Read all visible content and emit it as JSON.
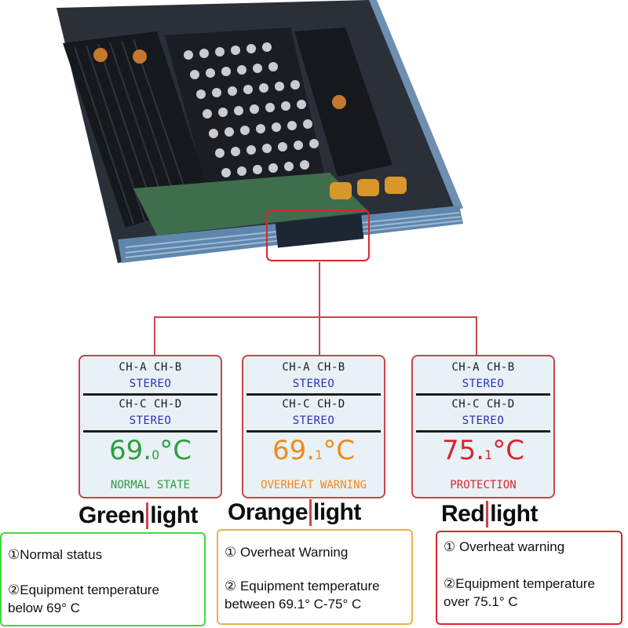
{
  "colors": {
    "green": "#2e9e3e",
    "orange": "#f08a1c",
    "red": "#d9262e",
    "panel_border": "#c8454b",
    "note_green": "#3ddc3d",
    "note_orange": "#e8b24a",
    "note_red": "#d9262e",
    "stereo_blue": "#2b2fb8"
  },
  "panels": [
    {
      "ch_ab": "CH-A CH-B",
      "stereo_1": "STEREO",
      "ch_cd": "CH-C CH-D",
      "stereo_2": "STEREO",
      "temp_main": "69.",
      "temp_decimal": "0",
      "temp_unit": "°C",
      "state": "NORMAL STATE"
    },
    {
      "ch_ab": "CH-A CH-B",
      "stereo_1": "STEREO",
      "ch_cd": "CH-C CH-D",
      "stereo_2": "STEREO",
      "temp_main": "69.",
      "temp_decimal": "1",
      "temp_unit": "°C",
      "state": "OVERHEAT WARNING"
    },
    {
      "ch_ab": "CH-A CH-B",
      "stereo_1": "STEREO",
      "ch_cd": "CH-C CH-D",
      "stereo_2": "STEREO",
      "temp_main": "75.",
      "temp_decimal": "1",
      "temp_unit": "°C",
      "state": "PROTECTION"
    }
  ],
  "captions": [
    {
      "word1": "Green",
      "word2": "light"
    },
    {
      "word1": "Orange",
      "word2": "light"
    },
    {
      "word1": "Red",
      "word2": "light"
    }
  ],
  "notes": [
    {
      "line1": "①Normal status",
      "line2": "②Equipment temperature",
      "line3": "below 69° C"
    },
    {
      "line1": "① Overheat Warning",
      "line2": "② Equipment temperature",
      "line3": "between 69.1° C-75° C"
    },
    {
      "line1": "① Overheat warning",
      "line2": "②Equipment temperature",
      "line3": "over 75.1° C"
    }
  ]
}
